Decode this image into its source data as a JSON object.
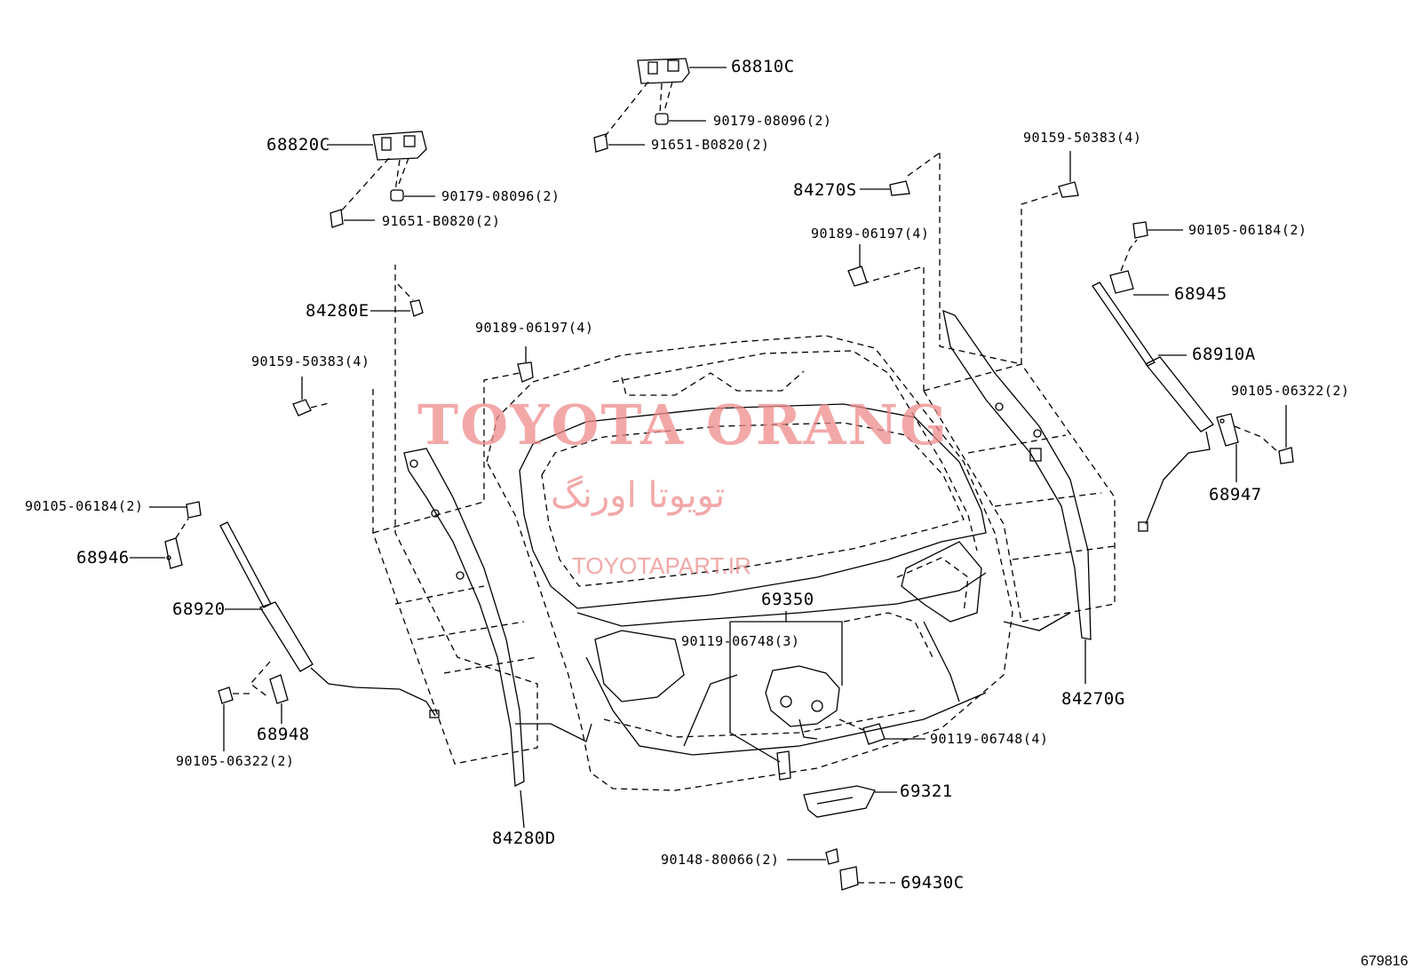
{
  "watermark": {
    "main": "TOYOTA ORANG",
    "persian": "تویوتا اورنگ",
    "url": "TOYOTAPART.IR",
    "color": "#f08c8c"
  },
  "drawing_id": "679816",
  "labels": {
    "p68810C": "68810C",
    "p90179_top": "90179-08096(2)",
    "p91651_top": "91651-B0820(2)",
    "p68820C": "68820C",
    "p90179_left": "90179-08096(2)",
    "p91651_left": "91651-B0820(2)",
    "p90159_right": "90159-50383(4)",
    "p84270S": "84270S",
    "p90189_right": "90189-06197(4)",
    "p90105_06184_right": "90105-06184(2)",
    "p68945": "68945",
    "p84280E": "84280E",
    "p90189_left": "90189-06197(4)",
    "p68910A": "68910A",
    "p90159_left": "90159-50383(4)",
    "p90105_06322_right": "90105-06322(2)",
    "p68947": "68947",
    "p90105_06184_left": "90105-06184(2)",
    "p68946": "68946",
    "p69350": "69350",
    "p68920": "68920",
    "p90119_3": "90119-06748(3)",
    "p84270G": "84270G",
    "p90119_4": "90119-06748(4)",
    "p68948": "68948",
    "p90105_06322_left": "90105-06322(2)",
    "p69321": "69321",
    "p84280D": "84280D",
    "p90148": "90148-80066(2)",
    "p69430C": "69430C"
  }
}
